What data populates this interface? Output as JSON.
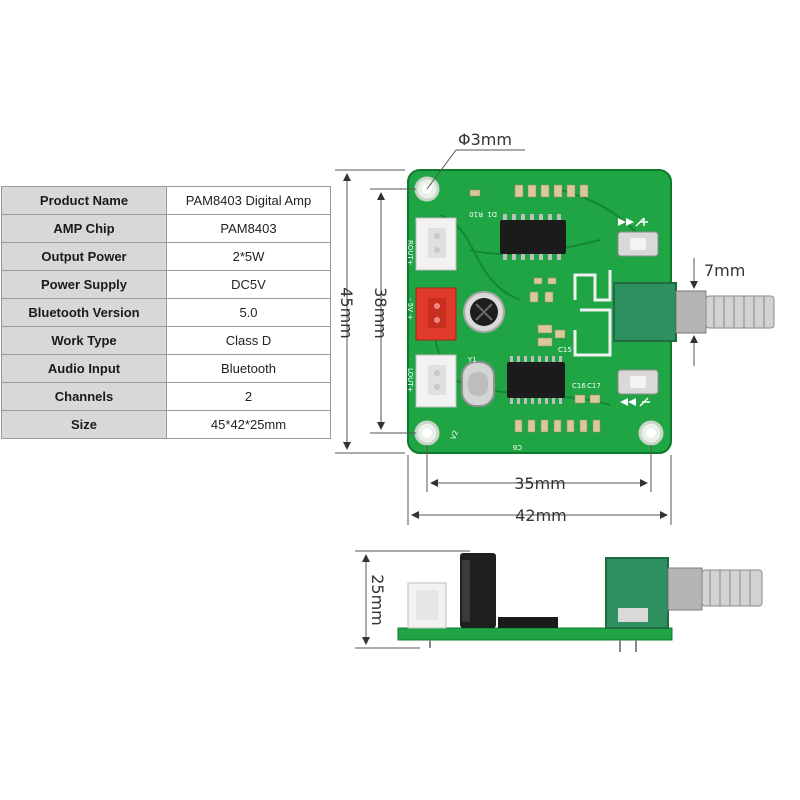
{
  "specs": [
    {
      "key": "Product Name",
      "value": "PAM8403 Digital Amp"
    },
    {
      "key": "AMP Chip",
      "value": "PAM8403"
    },
    {
      "key": "Output Power",
      "value": "2*5W"
    },
    {
      "key": "Power Supply",
      "value": "DC5V"
    },
    {
      "key": "Bluetooth Version",
      "value": "5.0"
    },
    {
      "key": "Work Type",
      "value": "Class D"
    },
    {
      "key": "Audio Input",
      "value": "Bluetooth"
    },
    {
      "key": "Channels",
      "value": "2"
    },
    {
      "key": "Size",
      "value": "45*42*25mm"
    }
  ],
  "dimensions": {
    "hole_diameter": "Φ3mm",
    "board_height": "45mm",
    "inner_height": "38mm",
    "shaft_diameter": "7mm",
    "hole_spacing": "35mm",
    "board_width": "42mm",
    "profile_height": "25mm"
  },
  "silkscreen": {
    "r_out": "ROUT+",
    "l_out": "LOUT+",
    "power": "- 5V +",
    "version": "V2",
    "crystal": "Y1",
    "r10": "R10",
    "d1": "D1",
    "c15": "C15",
    "c16": "C16",
    "c17": "C17",
    "c6": "C6"
  },
  "colors": {
    "pcb": "#1fa544",
    "pcb_edge": "#0e7a2e",
    "connector_white": "#f2f2f2",
    "connector_red": "#e03a2a",
    "pot": "#2f8f5f"
  }
}
